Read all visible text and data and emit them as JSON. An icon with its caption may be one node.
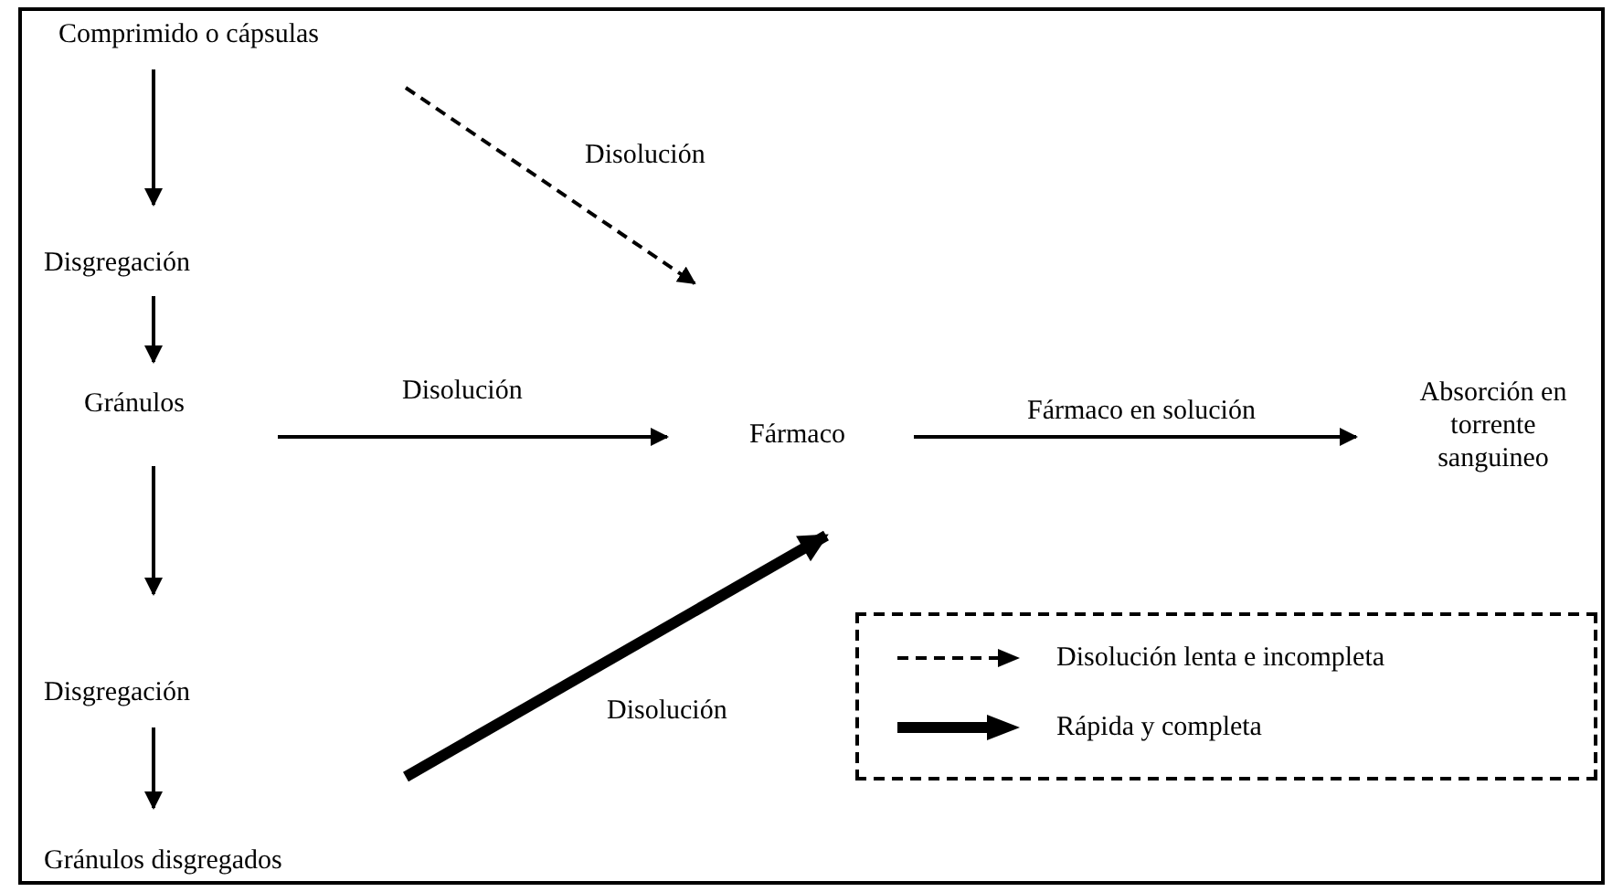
{
  "diagram": {
    "nodes": [
      {
        "text": [
          "Comprimido o cápsulas"
        ]
      },
      {
        "text": [
          "Disgregación"
        ]
      },
      {
        "text": [
          "Gránulos"
        ]
      },
      {
        "text": [
          "Fármaco"
        ]
      },
      {
        "text": [
          "Absorción en torrente sanguineo"
        ]
      },
      {
        "text": [
          "Disgregación"
        ]
      },
      {
        "text": [
          "Gránulos disgregados"
        ]
      }
    ],
    "edges": [
      {
        "from": 0,
        "to": 1,
        "arrow": "to"
      },
      {
        "from": 1,
        "to": 2,
        "arrow": "to"
      },
      {
        "from": 0,
        "to": 3,
        "arrow": "to",
        "label": "Disolución",
        "style": "dashed"
      },
      {
        "from": 2,
        "to": 3,
        "arrow": "to",
        "label": "Disolución"
      },
      {
        "from": 3,
        "to": 4,
        "arrow": "to",
        "label": "Fármaco en solución"
      },
      {
        "from": 2,
        "to": 5,
        "arrow": "to"
      },
      {
        "from": 5,
        "to": 6,
        "arrow": "to"
      },
      {
        "from": 6,
        "to": 3,
        "arrow": "to",
        "label": "Disolución",
        "style": "thick"
      }
    ],
    "legend": [
      {
        "text": "Disolución lenta e incompleta"
      },
      {
        "text": "Rápida y completa"
      }
    ]
  }
}
